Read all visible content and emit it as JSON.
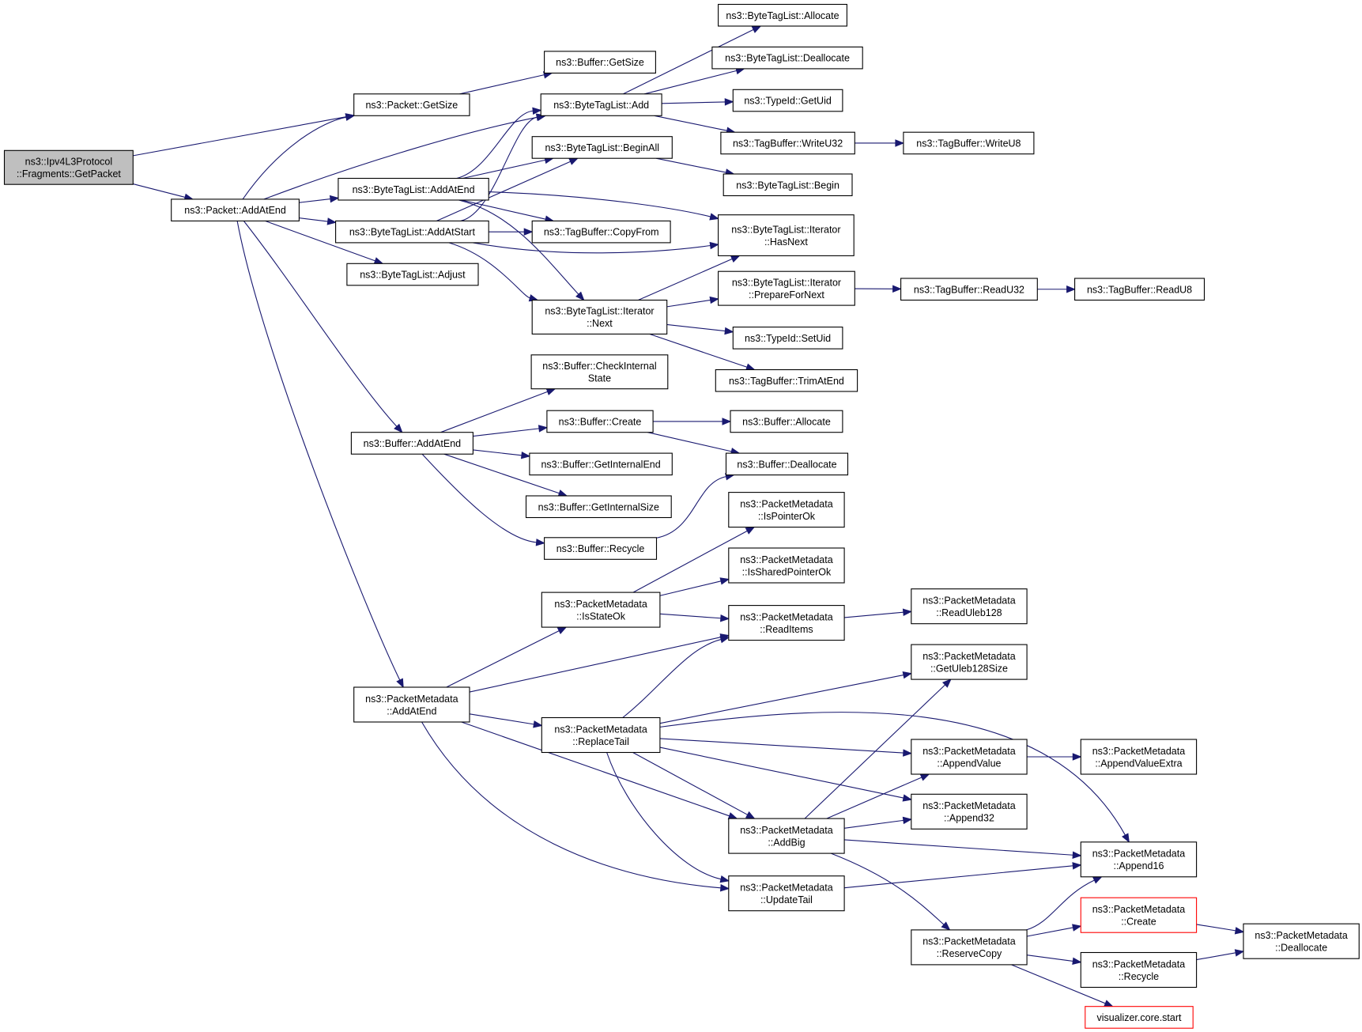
{
  "graph": {
    "kind": "doxygen-call-graph",
    "colors": {
      "edge": "#191970",
      "root_fill": "#bfbfbf",
      "truncated_border": "#ff0000",
      "node_border": "#000000",
      "node_fill": "#ffffff"
    },
    "nodes": [
      {
        "id": "root",
        "lines": [
          "ns3::Ipv4L3Protocol",
          "::Fragments::GetPacket"
        ],
        "root": true
      },
      {
        "id": "pkt_getsize",
        "lines": [
          "ns3::Packet::GetSize"
        ]
      },
      {
        "id": "pkt_addatend",
        "lines": [
          "ns3::Packet::AddAtEnd"
        ]
      },
      {
        "id": "buf_getsize",
        "lines": [
          "ns3::Buffer::GetSize"
        ]
      },
      {
        "id": "btl_add",
        "lines": [
          "ns3::ByteTagList::Add"
        ]
      },
      {
        "id": "btl_allocate",
        "lines": [
          "ns3::ByteTagList::Allocate"
        ]
      },
      {
        "id": "btl_deallocate",
        "lines": [
          "ns3::ByteTagList::Deallocate"
        ]
      },
      {
        "id": "typeid_getuid",
        "lines": [
          "ns3::TypeId::GetUid"
        ]
      },
      {
        "id": "tb_writeu32",
        "lines": [
          "ns3::TagBuffer::WriteU32"
        ]
      },
      {
        "id": "tb_writeu8",
        "lines": [
          "ns3::TagBuffer::WriteU8"
        ]
      },
      {
        "id": "btl_beginall",
        "lines": [
          "ns3::ByteTagList::BeginAll"
        ]
      },
      {
        "id": "btl_begin",
        "lines": [
          "ns3::ByteTagList::Begin"
        ]
      },
      {
        "id": "btl_addatend",
        "lines": [
          "ns3::ByteTagList::AddAtEnd"
        ]
      },
      {
        "id": "btl_addatstart",
        "lines": [
          "ns3::ByteTagList::AddAtStart"
        ]
      },
      {
        "id": "tb_copyfrom",
        "lines": [
          "ns3::TagBuffer::CopyFrom"
        ]
      },
      {
        "id": "it_hasnext",
        "lines": [
          "ns3::ByteTagList::Iterator",
          "::HasNext"
        ]
      },
      {
        "id": "btl_adjust",
        "lines": [
          "ns3::ByteTagList::Adjust"
        ]
      },
      {
        "id": "it_prepare",
        "lines": [
          "ns3::ByteTagList::Iterator",
          "::PrepareForNext"
        ]
      },
      {
        "id": "tb_readu32",
        "lines": [
          "ns3::TagBuffer::ReadU32"
        ]
      },
      {
        "id": "tb_readu8",
        "lines": [
          "ns3::TagBuffer::ReadU8"
        ]
      },
      {
        "id": "it_next",
        "lines": [
          "ns3::ByteTagList::Iterator",
          "::Next"
        ]
      },
      {
        "id": "typeid_setuid",
        "lines": [
          "ns3::TypeId::SetUid"
        ]
      },
      {
        "id": "tb_trimatend",
        "lines": [
          "ns3::TagBuffer::TrimAtEnd"
        ]
      },
      {
        "id": "buf_checkinternal",
        "lines": [
          "ns3::Buffer::CheckInternal",
          "State"
        ]
      },
      {
        "id": "buf_create",
        "lines": [
          "ns3::Buffer::Create"
        ]
      },
      {
        "id": "buf_allocate",
        "lines": [
          "ns3::Buffer::Allocate"
        ]
      },
      {
        "id": "buf_addatend",
        "lines": [
          "ns3::Buffer::AddAtEnd"
        ]
      },
      {
        "id": "buf_getinternalend",
        "lines": [
          "ns3::Buffer::GetInternalEnd"
        ]
      },
      {
        "id": "buf_deallocate",
        "lines": [
          "ns3::Buffer::Deallocate"
        ]
      },
      {
        "id": "buf_getinternalsize",
        "lines": [
          "ns3::Buffer::GetInternalSize"
        ]
      },
      {
        "id": "buf_recycle",
        "lines": [
          "ns3::Buffer::Recycle"
        ]
      },
      {
        "id": "pm_ispointerok",
        "lines": [
          "ns3::PacketMetadata",
          "::IsPointerOk"
        ]
      },
      {
        "id": "pm_issharedpointerok",
        "lines": [
          "ns3::PacketMetadata",
          "::IsSharedPointerOk"
        ]
      },
      {
        "id": "pm_isstateok",
        "lines": [
          "ns3::PacketMetadata",
          "::IsStateOk"
        ]
      },
      {
        "id": "pm_readitems",
        "lines": [
          "ns3::PacketMetadata",
          "::ReadItems"
        ]
      },
      {
        "id": "pm_readuleb128",
        "lines": [
          "ns3::PacketMetadata",
          "::ReadUleb128"
        ]
      },
      {
        "id": "pm_getuleb128size",
        "lines": [
          "ns3::PacketMetadata",
          "::GetUleb128Size"
        ]
      },
      {
        "id": "pm_addatend",
        "lines": [
          "ns3::PacketMetadata",
          "::AddAtEnd"
        ]
      },
      {
        "id": "pm_replacetail",
        "lines": [
          "ns3::PacketMetadata",
          "::ReplaceTail"
        ]
      },
      {
        "id": "pm_appendvalue",
        "lines": [
          "ns3::PacketMetadata",
          "::AppendValue"
        ]
      },
      {
        "id": "pm_appendvalueextra",
        "lines": [
          "ns3::PacketMetadata",
          "::AppendValueExtra"
        ]
      },
      {
        "id": "pm_append32",
        "lines": [
          "ns3::PacketMetadata",
          "::Append32"
        ]
      },
      {
        "id": "pm_addbig",
        "lines": [
          "ns3::PacketMetadata",
          "::AddBig"
        ]
      },
      {
        "id": "pm_append16",
        "lines": [
          "ns3::PacketMetadata",
          "::Append16"
        ]
      },
      {
        "id": "pm_updatetail",
        "lines": [
          "ns3::PacketMetadata",
          "::UpdateTail"
        ]
      },
      {
        "id": "pm_create",
        "lines": [
          "ns3::PacketMetadata",
          "::Create"
        ],
        "truncated": true
      },
      {
        "id": "pm_reservecopy",
        "lines": [
          "ns3::PacketMetadata",
          "::ReserveCopy"
        ]
      },
      {
        "id": "pm_deallocate",
        "lines": [
          "ns3::PacketMetadata",
          "::Deallocate"
        ]
      },
      {
        "id": "pm_recycle",
        "lines": [
          "ns3::PacketMetadata",
          "::Recycle"
        ]
      },
      {
        "id": "viz_start",
        "lines": [
          "visualizer.core.start"
        ],
        "truncated": true
      }
    ],
    "edges": [
      [
        "root",
        "pkt_getsize"
      ],
      [
        "root",
        "pkt_addatend"
      ],
      [
        "pkt_getsize",
        "buf_getsize"
      ],
      [
        "pkt_addatend",
        "pkt_getsize"
      ],
      [
        "pkt_addatend",
        "btl_add"
      ],
      [
        "pkt_addatend",
        "btl_addatend"
      ],
      [
        "pkt_addatend",
        "btl_addatstart"
      ],
      [
        "pkt_addatend",
        "btl_adjust"
      ],
      [
        "pkt_addatend",
        "buf_addatend"
      ],
      [
        "pkt_addatend",
        "pm_addatend"
      ],
      [
        "btl_add",
        "btl_allocate"
      ],
      [
        "btl_add",
        "btl_deallocate"
      ],
      [
        "btl_add",
        "typeid_getuid"
      ],
      [
        "btl_add",
        "tb_writeu32"
      ],
      [
        "tb_writeu32",
        "tb_writeu8"
      ],
      [
        "btl_beginall",
        "btl_begin"
      ],
      [
        "btl_addatend",
        "btl_add"
      ],
      [
        "btl_addatend",
        "btl_beginall"
      ],
      [
        "btl_addatend",
        "tb_copyfrom"
      ],
      [
        "btl_addatend",
        "it_hasnext"
      ],
      [
        "btl_addatend",
        "it_next"
      ],
      [
        "btl_addatstart",
        "btl_add"
      ],
      [
        "btl_addatstart",
        "btl_beginall"
      ],
      [
        "btl_addatstart",
        "tb_copyfrom"
      ],
      [
        "btl_addatstart",
        "it_hasnext"
      ],
      [
        "btl_addatstart",
        "it_next"
      ],
      [
        "it_next",
        "it_hasnext"
      ],
      [
        "it_next",
        "it_prepare"
      ],
      [
        "it_next",
        "typeid_setuid"
      ],
      [
        "it_next",
        "tb_trimatend"
      ],
      [
        "it_prepare",
        "tb_readu32"
      ],
      [
        "tb_readu32",
        "tb_readu8"
      ],
      [
        "buf_addatend",
        "buf_checkinternal"
      ],
      [
        "buf_addatend",
        "buf_create"
      ],
      [
        "buf_addatend",
        "buf_getinternalend"
      ],
      [
        "buf_addatend",
        "buf_getinternalsize"
      ],
      [
        "buf_addatend",
        "buf_recycle"
      ],
      [
        "buf_create",
        "buf_allocate"
      ],
      [
        "buf_create",
        "buf_deallocate"
      ],
      [
        "buf_recycle",
        "buf_deallocate"
      ],
      [
        "pm_isstateok",
        "pm_ispointerok"
      ],
      [
        "pm_isstateok",
        "pm_issharedpointerok"
      ],
      [
        "pm_isstateok",
        "pm_readitems"
      ],
      [
        "pm_readitems",
        "pm_readuleb128"
      ],
      [
        "pm_addatend",
        "pm_isstateok"
      ],
      [
        "pm_addatend",
        "pm_readitems"
      ],
      [
        "pm_addatend",
        "pm_replacetail"
      ],
      [
        "pm_addatend",
        "pm_addbig"
      ],
      [
        "pm_addatend",
        "pm_updatetail"
      ],
      [
        "pm_replacetail",
        "pm_readitems"
      ],
      [
        "pm_replacetail",
        "pm_getuleb128size"
      ],
      [
        "pm_replacetail",
        "pm_append16"
      ],
      [
        "pm_replacetail",
        "pm_appendvalue"
      ],
      [
        "pm_replacetail",
        "pm_append32"
      ],
      [
        "pm_replacetail",
        "pm_addbig"
      ],
      [
        "pm_replacetail",
        "pm_updatetail"
      ],
      [
        "pm_appendvalue",
        "pm_appendvalueextra"
      ],
      [
        "pm_addbig",
        "pm_getuleb128size"
      ],
      [
        "pm_addbig",
        "pm_appendvalue"
      ],
      [
        "pm_addbig",
        "pm_append32"
      ],
      [
        "pm_addbig",
        "pm_append16"
      ],
      [
        "pm_addbig",
        "pm_reservecopy"
      ],
      [
        "pm_updatetail",
        "pm_append16"
      ],
      [
        "pm_reservecopy",
        "pm_append16"
      ],
      [
        "pm_reservecopy",
        "pm_create"
      ],
      [
        "pm_reservecopy",
        "pm_recycle"
      ],
      [
        "pm_reservecopy",
        "viz_start"
      ],
      [
        "pm_create",
        "pm_deallocate"
      ],
      [
        "pm_recycle",
        "pm_deallocate"
      ]
    ]
  }
}
